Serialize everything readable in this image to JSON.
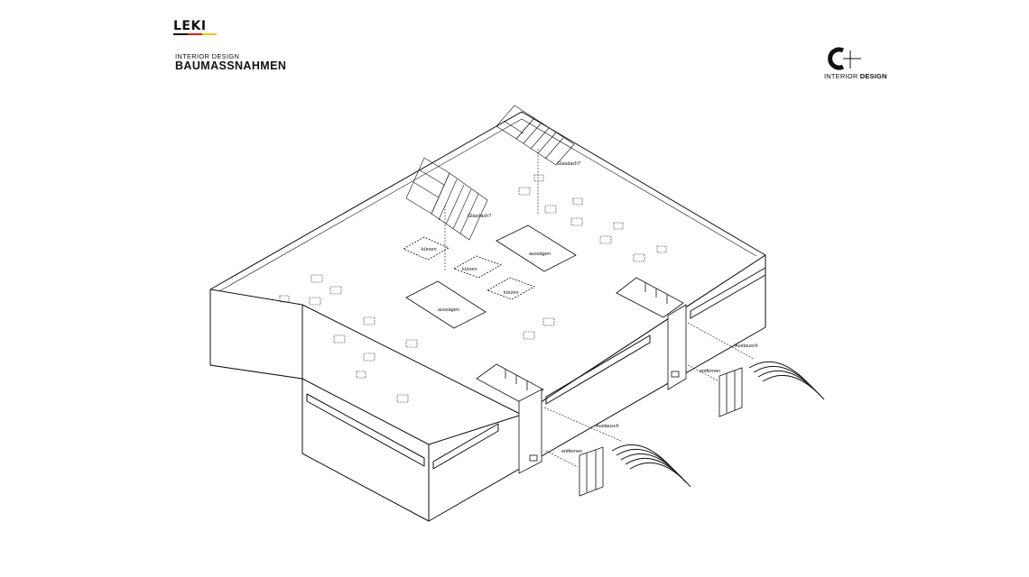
{
  "header": {
    "logo_text": "LEKI",
    "logo_stripes": [
      "#111111",
      "#d81e05",
      "#f2c400"
    ],
    "subtitle": "INTERIOR DESIGN",
    "title": "BAUMASSNAHMEN"
  },
  "brand": {
    "mark": "C+",
    "text_light": "INTERIOR ",
    "text_bold": "DESIGN"
  },
  "annotations": {
    "glasdach_1": "Glasdach?",
    "glasdach_2": "Glasdach?",
    "aussaegen_1": "aussägen",
    "aussaegen_2": "aussägen",
    "kuerzen_1": "kürzen",
    "kuerzen_2": "kürzen",
    "kuerzen_3": "kürzen",
    "austausch_1": "Austausch",
    "austausch_2": "Austausch",
    "entfernen_1": "entfernen",
    "entfernen_2": "entfernen"
  }
}
